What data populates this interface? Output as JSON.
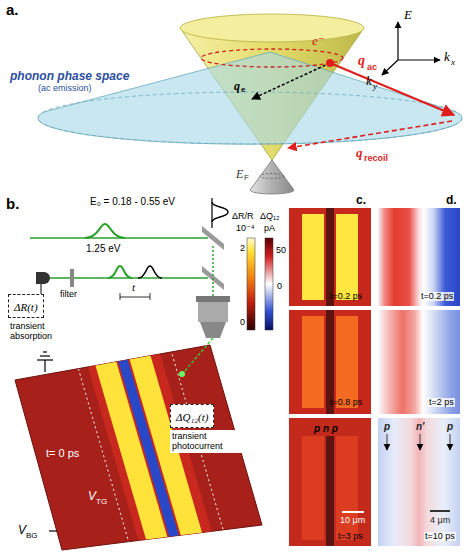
{
  "diagram": {
    "nodes": [
      {
        "text": [
          "ΔR(t)",
          "transient absorption"
        ]
      },
      {
        "text": [
          "ΔQ₁₂(t)",
          "transient photocurrent"
        ]
      }
    ],
    "labels": [
      "a.",
      "E",
      "k",
      "x",
      "k",
      "y",
      "e⁻",
      "q",
      "ac",
      "q",
      "e",
      "phonon phase space",
      "(ac emission)",
      "q",
      "recoil",
      "E",
      "F",
      "b.",
      "E₀ = 0.18 - 0.55 eV",
      "1.25 eV",
      "t",
      "filter",
      "ΔR/R",
      "10⁻⁴",
      "2",
      "0",
      "ΔQ₁₂",
      "pA",
      "50",
      "0",
      "c.",
      "d.",
      "t=0.2 ps",
      "t=0.8 ps",
      "t=3 ps",
      "p n p",
      "10 μm",
      "t=0.2 ps",
      "t=2 ps",
      "t=10 ps",
      "p",
      "n'",
      "p",
      "4 μm",
      "t= 0 ps",
      "V",
      "TG",
      "V",
      "BG"
    ]
  }
}
